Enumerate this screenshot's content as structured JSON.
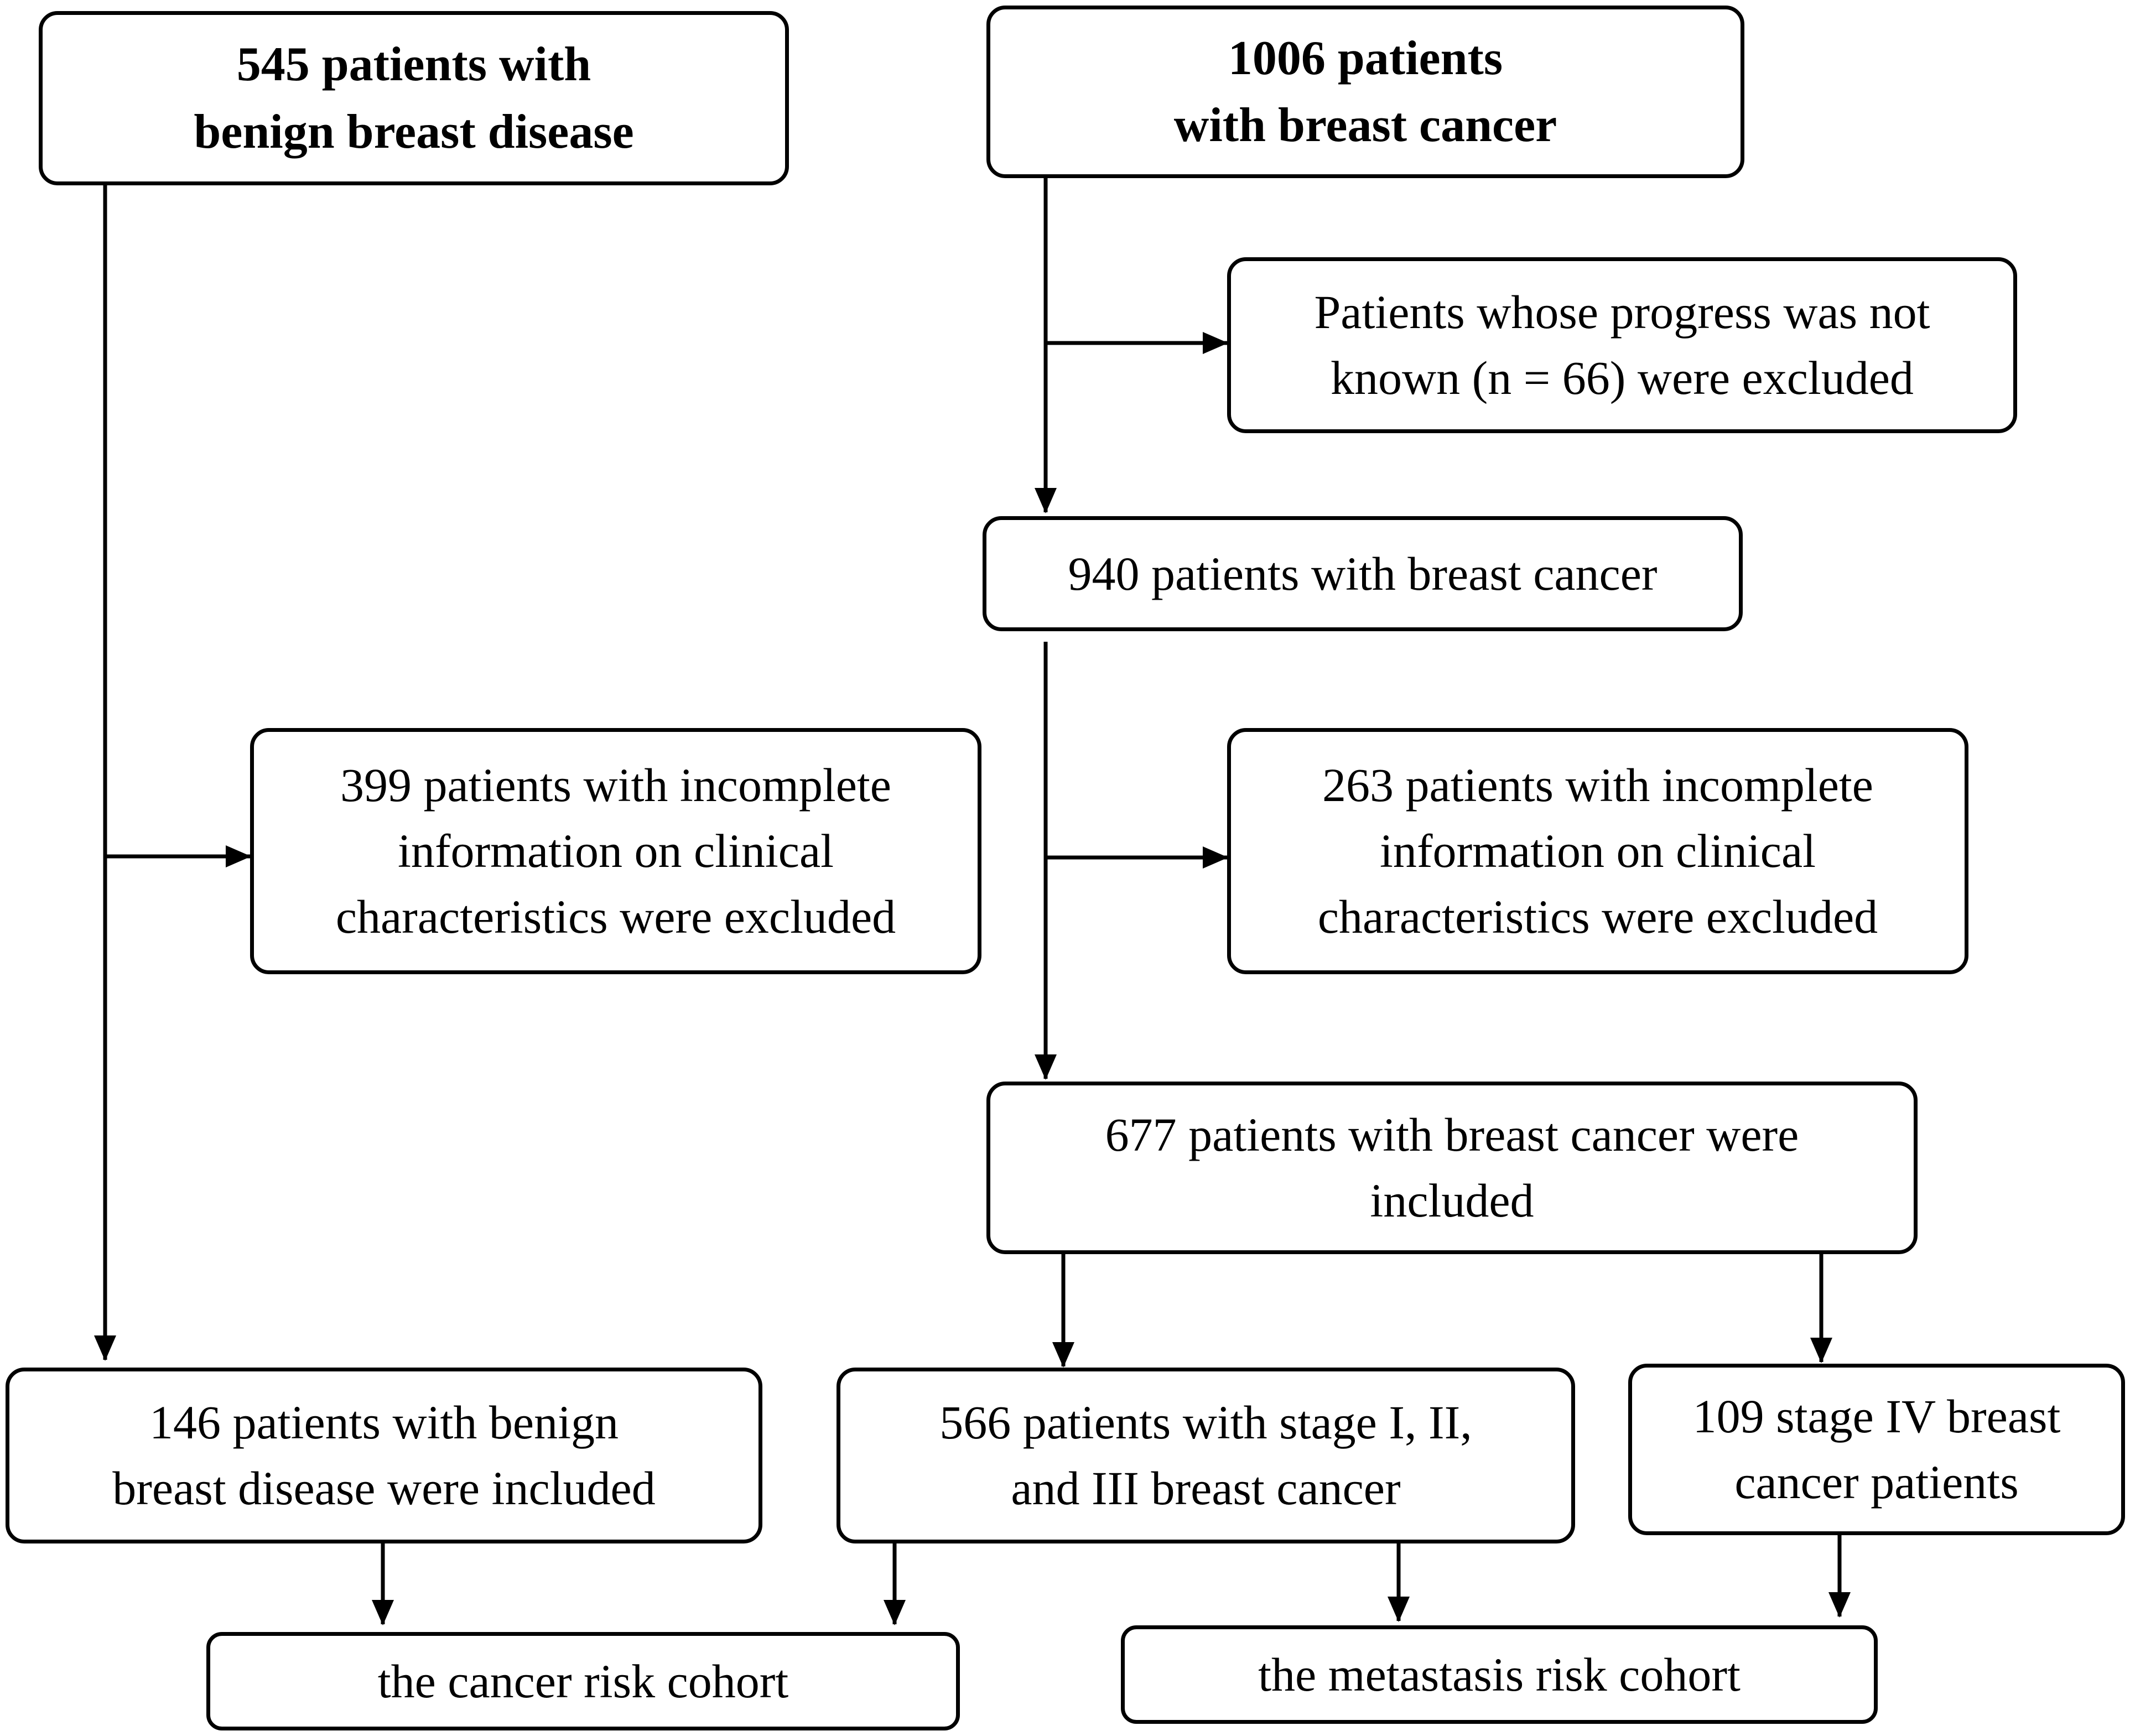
{
  "boxes": {
    "benign_total": {
      "lines": [
        "545 patients with",
        "benign breast disease"
      ]
    },
    "cancer_total": {
      "lines": [
        "1006 patients",
        "with breast cancer"
      ]
    },
    "progress_excluded": {
      "lines": [
        "Patients whose progress was not",
        "known (n = 66) were excluded"
      ]
    },
    "cancer_940": {
      "lines": [
        "940 patients with breast cancer"
      ]
    },
    "benign_incomplete": {
      "lines": [
        "399 patients with incomplete",
        "information on clinical",
        "characteristics were excluded"
      ]
    },
    "cancer_incomplete": {
      "lines": [
        "263 patients with incomplete",
        "information on clinical",
        "characteristics were excluded"
      ]
    },
    "cancer_677": {
      "lines": [
        "677 patients with breast cancer were",
        "included"
      ]
    },
    "benign_included": {
      "lines": [
        "146 patients with benign",
        "breast disease were included"
      ]
    },
    "stage_1_3": {
      "lines": [
        "566 patients with stage I, II,",
        "and III breast cancer"
      ]
    },
    "stage_4": {
      "lines": [
        "109 stage IV breast",
        "cancer patients"
      ]
    },
    "cancer_risk_cohort": {
      "lines": [
        "the cancer risk cohort"
      ]
    },
    "metastasis_risk_cohort": {
      "lines": [
        "the metastasis risk cohort"
      ]
    }
  }
}
